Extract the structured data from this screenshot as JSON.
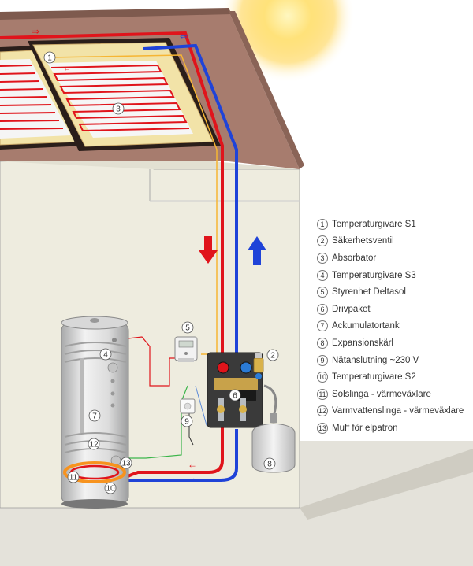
{
  "legend": [
    {
      "num": "1",
      "label": "Temperaturgivare S1"
    },
    {
      "num": "2",
      "label": "Säkerhetsventil"
    },
    {
      "num": "3",
      "label": "Absorbator"
    },
    {
      "num": "4",
      "label": "Temperaturgivare S3"
    },
    {
      "num": "5",
      "label": "Styrenhet Deltasol"
    },
    {
      "num": "6",
      "label": "Drivpaket"
    },
    {
      "num": "7",
      "label": "Ackumulatortank"
    },
    {
      "num": "8",
      "label": "Expansionskärl"
    },
    {
      "num": "9",
      "label": "Nätanslutning ~230 V"
    },
    {
      "num": "10",
      "label": "Temperaturgivare S2"
    },
    {
      "num": "11",
      "label": "Solslinga - värmeväxlare"
    },
    {
      "num": "12",
      "label": "Varmvattenslinga - värmeväxlare"
    },
    {
      "num": "13",
      "label": "Muff för elpatron"
    }
  ],
  "callouts": {
    "c1": "1",
    "c2": "2",
    "c3": "3",
    "c4": "4",
    "c5": "5",
    "c6": "6",
    "c7": "7",
    "c8": "8",
    "c9": "9",
    "c10": "10",
    "c11": "11",
    "c12": "12",
    "c13": "13"
  },
  "colors": {
    "roof": "#a77c6e",
    "wall": "#f0eee0",
    "floor": "#dcdad0",
    "hot_pipe": "#e0141b",
    "cold_pipe": "#1f43d8",
    "collector_frame": "#f2e3a8",
    "sun": "#ffcc33"
  }
}
